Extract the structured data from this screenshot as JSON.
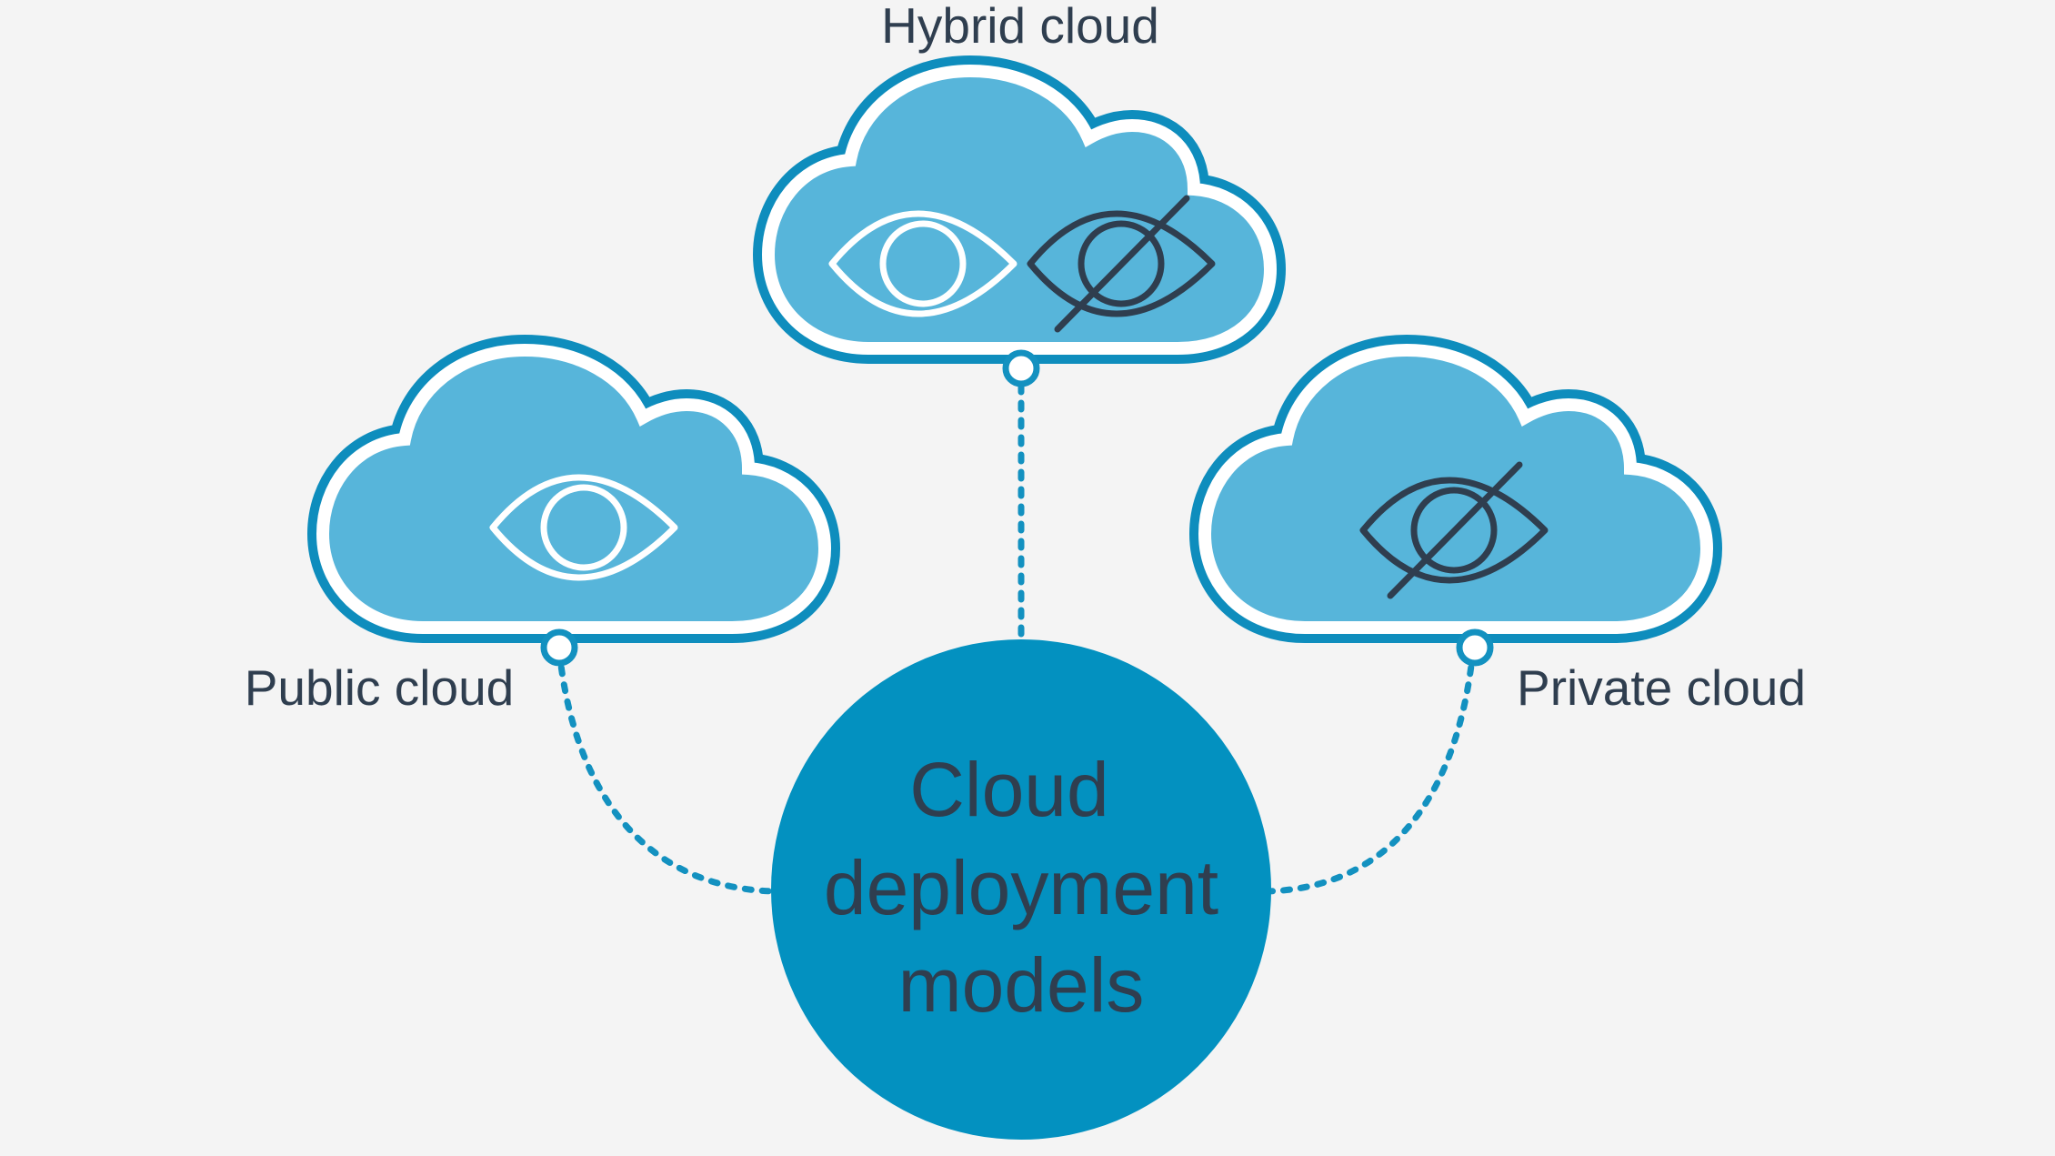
{
  "colors": {
    "background": "#f4f4f4",
    "cloud_fill": "#57b5da",
    "cloud_outline": "#0e8dbd",
    "connector": "#1391c0",
    "center_fill": "#0391c0",
    "text": "#2f3e4f",
    "eye_visible": "#ffffff",
    "eye_hidden": "#2f3e4f"
  },
  "center": {
    "label_lines": [
      "Cloud",
      "deployment",
      "models"
    ]
  },
  "clouds": [
    {
      "id": "public",
      "label": "Public cloud",
      "icons": [
        "eye-icon"
      ]
    },
    {
      "id": "hybrid",
      "label": "Hybrid cloud",
      "icons": [
        "eye-icon",
        "eye-slash-icon"
      ]
    },
    {
      "id": "private",
      "label": "Private cloud",
      "icons": [
        "eye-slash-icon"
      ]
    }
  ]
}
